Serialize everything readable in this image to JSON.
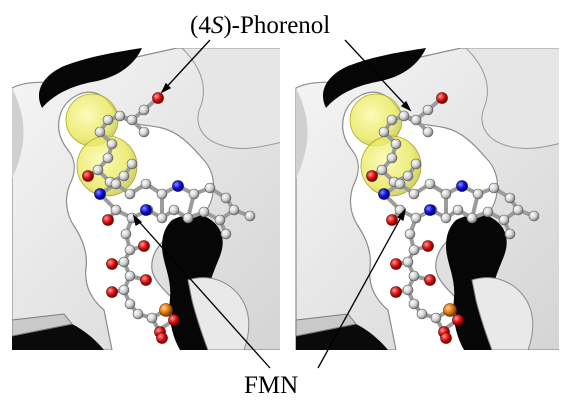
{
  "labels": {
    "top_prefix": "(4",
    "top_italic": "S",
    "top_suffix": ")-Phorenol",
    "bottom": "FMN"
  },
  "colors": {
    "surface": "#ececec",
    "surface_edge": "#9a9a9a",
    "cavity_dark": "#050505",
    "carbon": "#d8d8d8",
    "oxygen": "#e01010",
    "nitrogen": "#1010e8",
    "phosphorus": "#e07a12",
    "yellow_density": "#f0ef6a"
  }
}
